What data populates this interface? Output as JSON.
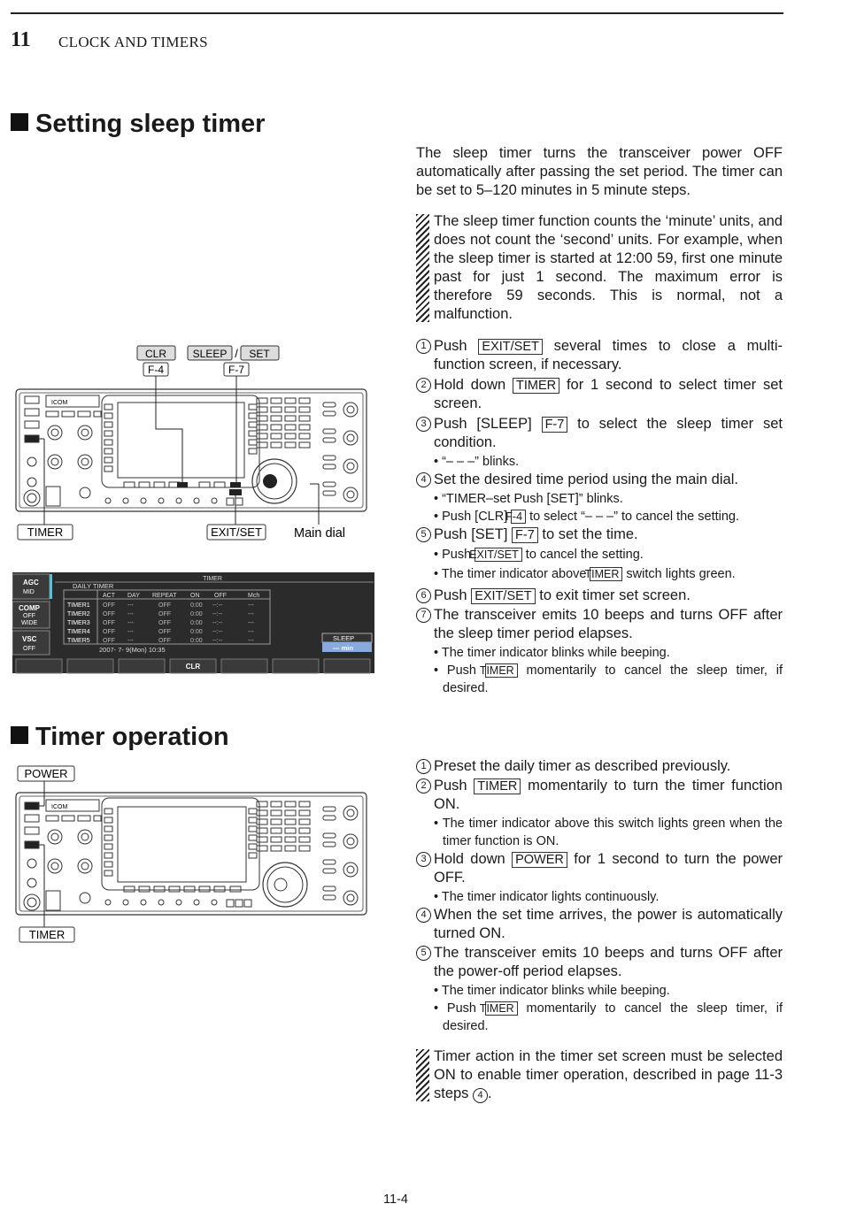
{
  "header": {
    "chapter_number": "11",
    "chapter_title": "CLOCK AND TIMERS"
  },
  "section1": {
    "title": "Setting sleep timer",
    "intro": "The sleep timer turns the transceiver power OFF automatically after passing the set period. The timer can be set to 5–120 minutes in 5 minute steps.",
    "note": "The sleep timer function counts the ‘minute’ units, and does not count the ‘second’ units. For example, when the sleep timer is started at 12:00 59, first one minute past for just 1 second. The maximum error is therefore 59 seconds. This is normal, not a malfunction.",
    "steps": [
      {
        "num": "1",
        "a": "Push",
        "key": "EXIT/SET",
        "b": "several times to close a multi-function screen, if necessary."
      },
      {
        "num": "2",
        "a": "Hold down",
        "key": "TIMER",
        "b": "for 1 second to select timer set screen."
      },
      {
        "num": "3",
        "a": "Push [SLEEP]",
        "key": "F-7",
        "b": "to select the sleep timer set condition.",
        "sub1": "• “– – –” blinks."
      },
      {
        "num": "4",
        "a": "Set the desired time period using the main dial.",
        "sub1": "• “TIMER–set Push [SET]” blinks.",
        "sub2a": "• Push [CLR]",
        "sub2key": "F-4",
        "sub2b": "to select “– – –” to cancel the setting."
      },
      {
        "num": "5",
        "a": "Push [SET]",
        "key": "F-7",
        "b": "to set the time.",
        "sub1a": "• Push",
        "sub1key": "EXIT/SET",
        "sub1b": "to cancel the setting.",
        "sub2a": "• The timer indicator above",
        "sub2key": "TIMER",
        "sub2b": "switch lights green."
      },
      {
        "num": "6",
        "a": "Push",
        "key": "EXIT/SET",
        "b": "to exit timer set screen."
      },
      {
        "num": "7",
        "a": "The transceiver emits 10 beeps and turns OFF after the sleep timer period elapses.",
        "sub1": "• The timer indicator blinks while beeping.",
        "sub2a": "• Push",
        "sub2key": "TIMER",
        "sub2b": "momentarily to cancel the sleep timer, if desired."
      }
    ],
    "fig1": {
      "clr": "CLR",
      "sleep": "SLEEP",
      "slash": "/",
      "set": "SET",
      "f4": "F-4",
      "f7": "F-7",
      "timer": "TIMER",
      "exitset": "EXIT/SET",
      "main_dial": "Main dial",
      "logo": "ICOM"
    },
    "fig2": {
      "side": [
        "AGC",
        "MID",
        "COMP",
        "OFF",
        "WIDE",
        "VSC",
        "OFF"
      ],
      "title": "TIMER",
      "subtitle": "DAILY TIMER",
      "cols": [
        "ACT",
        "DAY",
        "REPEAT",
        "ON",
        "OFF",
        "Mch"
      ],
      "rows": [
        [
          "TIMER1",
          "OFF",
          "---",
          "OFF",
          "0:00",
          "--:--",
          "---"
        ],
        [
          "TIMER2",
          "OFF",
          "---",
          "OFF",
          "0:00",
          "--:--",
          "---"
        ],
        [
          "TIMER3",
          "OFF",
          "---",
          "OFF",
          "0:00",
          "--:--",
          "---"
        ],
        [
          "TIMER4",
          "OFF",
          "---",
          "OFF",
          "0:00",
          "--:--",
          "---"
        ],
        [
          "TIMER5",
          "OFF",
          "---",
          "OFF",
          "0:00",
          "--:--",
          "---"
        ]
      ],
      "date": "2007-  7-  9(Mon)  10:35",
      "sleep_label": "SLEEP",
      "sleep_value": "--- min",
      "clr_button": "CLR"
    }
  },
  "section2": {
    "title": "Timer operation",
    "steps": [
      {
        "num": "1",
        "a": "Preset the daily timer as described previously."
      },
      {
        "num": "2",
        "a": "Push",
        "key": "TIMER",
        "b": "momentarily to turn the timer function ON.",
        "sub1": "• The timer indicator above this switch lights green when the timer function is ON."
      },
      {
        "num": "3",
        "a": "Hold down",
        "key": "POWER",
        "b": "for 1 second to turn the power OFF.",
        "sub1": "• The timer indicator lights continuously."
      },
      {
        "num": "4",
        "a": "When the set time arrives, the power is automatically turned ON."
      },
      {
        "num": "5",
        "a": "The transceiver emits 10 beeps and turns OFF after the power-off period elapses.",
        "sub1": "• The timer indicator blinks while beeping.",
        "sub2a": "• Push",
        "sub2key": "TIMER",
        "sub2b": "momentarily to cancel the sleep timer, if desired."
      }
    ],
    "note": "Timer action in the timer set screen must be selected ON to enable timer operation, described in page 11-3 steps",
    "note_step": "4",
    "note_end": ".",
    "fig3": {
      "power": "POWER",
      "timer": "TIMER",
      "logo": "ICOM"
    }
  },
  "footer": {
    "page": "11-4"
  }
}
